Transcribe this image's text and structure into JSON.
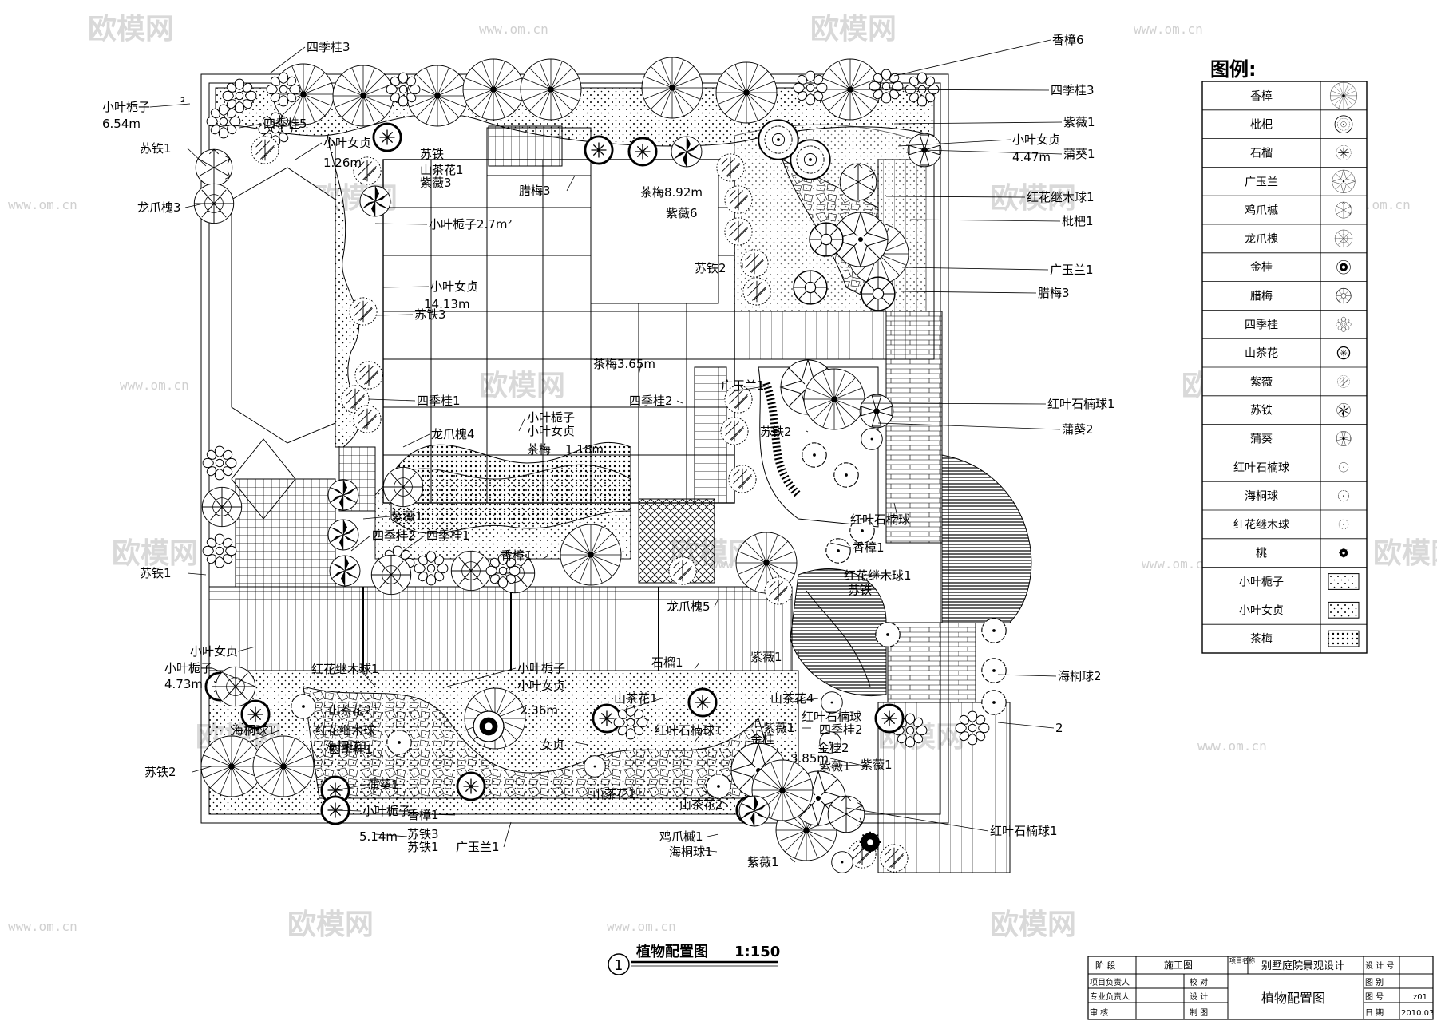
{
  "watermark": {
    "brand": "欧模网",
    "url": "www.om.cn"
  },
  "legend": {
    "title": "图例:",
    "items": [
      {
        "name": "香樟",
        "icon": "camphor-tree-icon"
      },
      {
        "name": "枇杷",
        "icon": "loquat-tree-icon"
      },
      {
        "name": "石榴",
        "icon": "pomegranate-tree-icon"
      },
      {
        "name": "广玉兰",
        "icon": "magnolia-tree-icon"
      },
      {
        "name": "鸡爪槭",
        "icon": "maple-tree-icon"
      },
      {
        "name": "龙爪槐",
        "icon": "pagoda-tree-icon"
      },
      {
        "name": "金桂",
        "icon": "osmanthus-gold-icon"
      },
      {
        "name": "腊梅",
        "icon": "wintersweet-icon"
      },
      {
        "name": "四季桂",
        "icon": "osmanthus-four-season-icon"
      },
      {
        "name": "山茶花",
        "icon": "camellia-icon"
      },
      {
        "name": "紫薇",
        "icon": "crape-myrtle-icon"
      },
      {
        "name": "苏铁",
        "icon": "cycad-icon"
      },
      {
        "name": "蒲葵",
        "icon": "fan-palm-icon"
      },
      {
        "name": "红叶石楠球",
        "icon": "photinia-ball-icon"
      },
      {
        "name": "海桐球",
        "icon": "pittosporum-ball-icon"
      },
      {
        "name": "红花继木球",
        "icon": "loropetalum-ball-icon"
      },
      {
        "name": "桃",
        "icon": "peach-tree-icon"
      },
      {
        "name": "小叶栀子",
        "icon": "gardenia-hatch-icon"
      },
      {
        "name": "小叶女贞",
        "icon": "privet-hatch-icon"
      },
      {
        "name": "茶梅",
        "icon": "sasanqua-hatch-icon"
      }
    ]
  },
  "labels": [
    {
      "t": "四季桂3"
    },
    {
      "t": "香樟6"
    },
    {
      "t": "小叶栀子"
    },
    {
      "t": "6.54m"
    },
    {
      "t": "²"
    },
    {
      "t": "四季桂3"
    },
    {
      "t": "紫薇1"
    },
    {
      "t": "四季桂5"
    },
    {
      "t": "苏铁1"
    },
    {
      "t": "小叶女贞"
    },
    {
      "t": "小叶女贞"
    },
    {
      "t": "4.47m"
    },
    {
      "t": "蒲葵1"
    },
    {
      "t": "1.26m"
    },
    {
      "t": "苏铁"
    },
    {
      "t": "山茶花1"
    },
    {
      "t": "紫薇3"
    },
    {
      "t": "龙爪槐3"
    },
    {
      "t": "腊梅3"
    },
    {
      "t": "茶梅8.92m"
    },
    {
      "t": "紫薇6"
    },
    {
      "t": "红花继木球1"
    },
    {
      "t": "枇杷1"
    },
    {
      "t": "小叶栀子2.7m²"
    },
    {
      "t": "苏铁2"
    },
    {
      "t": "广玉兰1"
    },
    {
      "t": "小叶女贞"
    },
    {
      "t": "腊梅3"
    },
    {
      "t": "14.13m"
    },
    {
      "t": "苏铁3"
    },
    {
      "t": "茶梅3.65m"
    },
    {
      "t": "广玉兰1"
    },
    {
      "t": "四季桂1"
    },
    {
      "t": "四季桂2"
    },
    {
      "t": "红叶石楠球1"
    },
    {
      "t": "蒲葵2"
    },
    {
      "t": "龙爪槐4"
    },
    {
      "t": "小叶栀子"
    },
    {
      "t": "小叶女贞"
    },
    {
      "t": "苏铁2"
    },
    {
      "t": "茶梅"
    },
    {
      "t": "1.18m"
    },
    {
      "t": "四季桂2"
    },
    {
      "t": "紫薇1"
    },
    {
      "t": "红叶石楠球"
    },
    {
      "t": "四季桂2"
    },
    {
      "t": "四季桂1"
    },
    {
      "t": "香樟1"
    },
    {
      "t": "香樟1"
    },
    {
      "t": "苏铁1"
    },
    {
      "t": "红花继木球1"
    },
    {
      "t": "苏铁"
    },
    {
      "t": "龙爪槐5"
    },
    {
      "t": "小叶女贞"
    },
    {
      "t": "小叶栀子"
    },
    {
      "t": "4.73m"
    },
    {
      "t": "红花继木球1"
    },
    {
      "t": "小叶栀子"
    },
    {
      "t": "石榴1"
    },
    {
      "t": "紫薇1"
    },
    {
      "t": "小叶女贞"
    },
    {
      "t": "海桐球2"
    },
    {
      "t": "山茶花2"
    },
    {
      "t": "2.36m"
    },
    {
      "t": "山茶花1"
    },
    {
      "t": "山茶花4"
    },
    {
      "t": "红叶石楠球"
    },
    {
      "t": "海桐球1"
    },
    {
      "t": "红花继木球"
    },
    {
      "t": "红叶石楠球1"
    },
    {
      "t": "紫薇1"
    },
    {
      "t": "四季桂2"
    },
    {
      "t": "2"
    },
    {
      "t": "海桐球1"
    },
    {
      "t": "四季桂1"
    },
    {
      "t": "女贞"
    },
    {
      "t": "金桂"
    },
    {
      "t": "金桂2"
    },
    {
      "t": "紫薇1"
    },
    {
      "t": "3.85m"
    },
    {
      "t": "紫薇1"
    },
    {
      "t": "苏铁2"
    },
    {
      "t": "蒲葵1"
    },
    {
      "t": "红叶石楠球1"
    },
    {
      "t": "山茶花1"
    },
    {
      "t": "山茶花2"
    },
    {
      "t": "小叶栀子"
    },
    {
      "t": "香樟1"
    },
    {
      "t": "5.14m"
    },
    {
      "t": "苏铁3"
    },
    {
      "t": "苏铁1"
    },
    {
      "t": "广玉兰1"
    },
    {
      "t": "鸡爪槭1"
    },
    {
      "t": "海桐球1"
    },
    {
      "t": "紫薇1"
    }
  ],
  "figure_title": {
    "circle_number": "1",
    "name": "植物配置图",
    "scale": "1:150"
  },
  "title_block": {
    "stage_label": "阶 段",
    "stage_value": "施工图",
    "project_label": "项目名称",
    "project_value": "别墅庭院景观设计",
    "design_no_label": "设 计 号",
    "pm_label": "项目负责人",
    "check_label": "校 对",
    "spec_label": "专业负责人",
    "design_label": "设 计",
    "review_label": "审 核",
    "draw_label": "制 图",
    "drawing_name": "植物配置图",
    "cat_label": "图 别",
    "cat_value": "",
    "no_label": "图 号",
    "no_value": "z01",
    "date_label": "日 期",
    "date_value": "2010.03"
  }
}
